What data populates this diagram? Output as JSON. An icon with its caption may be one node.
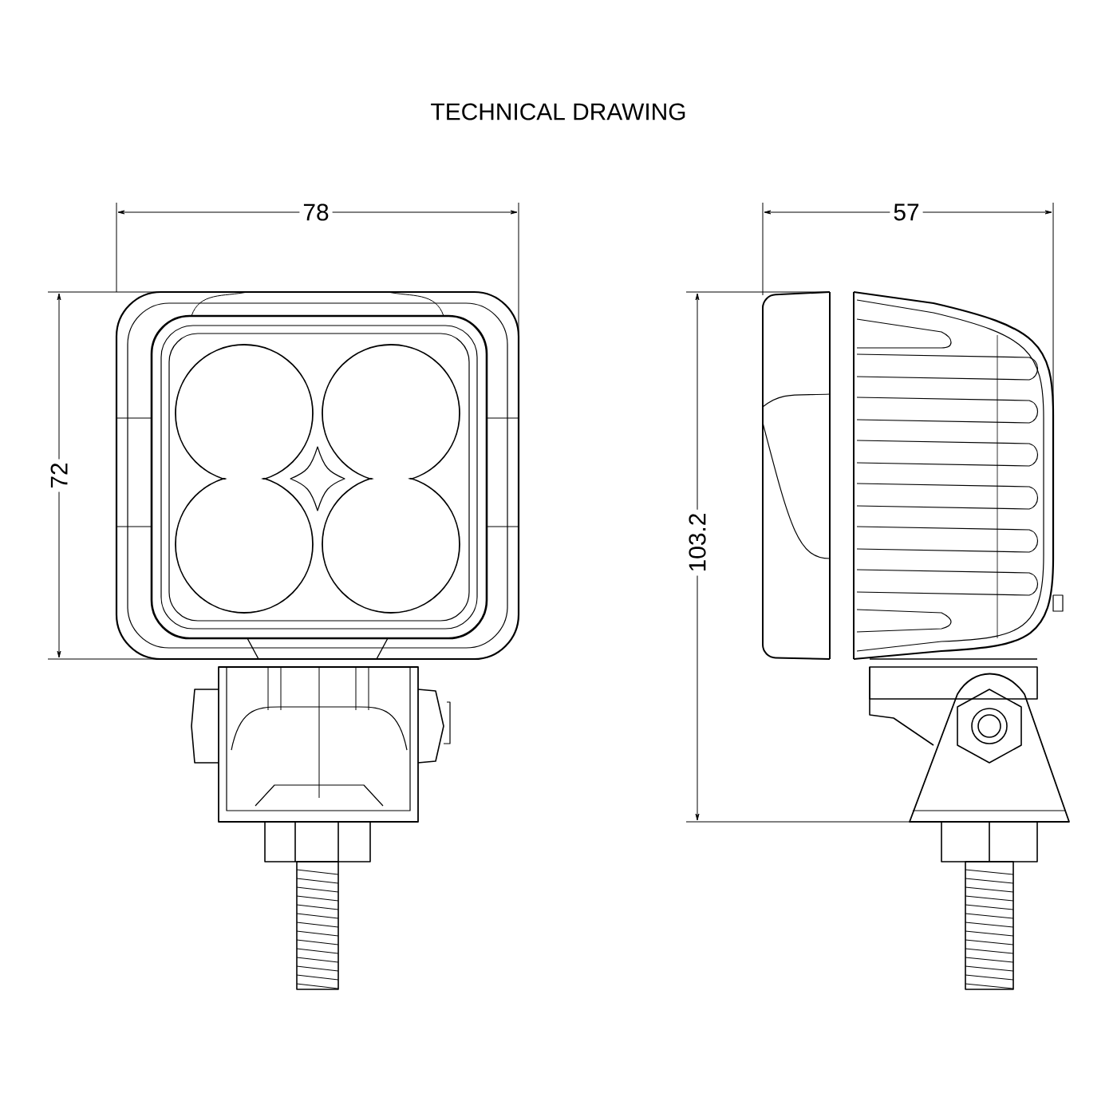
{
  "diagram": {
    "title": "TECHNICAL DRAWING",
    "labels": [
      "78",
      "57",
      "72",
      "103.2"
    ]
  }
}
